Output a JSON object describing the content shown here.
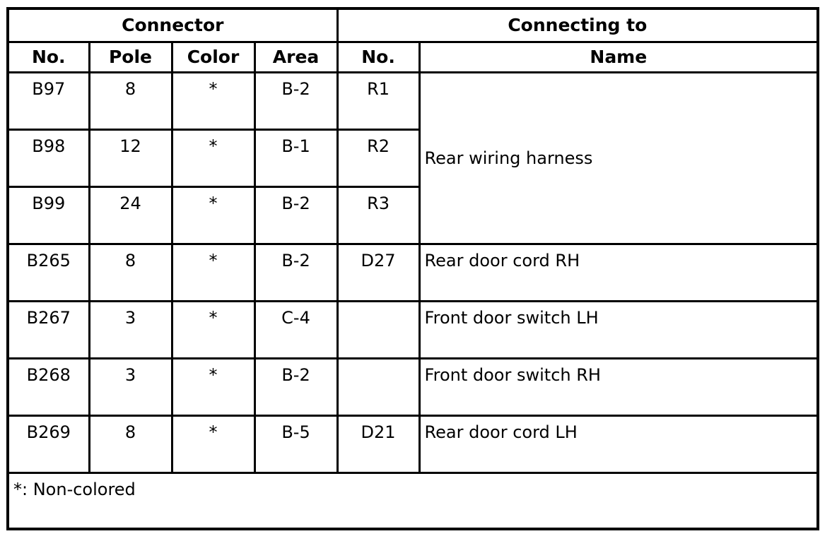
{
  "page": {
    "background_color": "#ffffff",
    "text_color": "#000000",
    "border_color": "#000000"
  },
  "table": {
    "header_groups": [
      {
        "label": "Connector",
        "colspan": 4
      },
      {
        "label": "Connecting to",
        "colspan": 2
      }
    ],
    "column_headers": [
      "No.",
      "Pole",
      "Color",
      "Area",
      "No.",
      "Name"
    ],
    "rows": [
      {
        "no": "B97",
        "pole": "8",
        "color": "*",
        "area": "B-2",
        "to_no": "R1",
        "to_name": "Rear wiring harness"
      },
      {
        "no": "B98",
        "pole": "12",
        "color": "*",
        "area": "B-1",
        "to_no": "R2",
        "to_name": ""
      },
      {
        "no": "B99",
        "pole": "24",
        "color": "*",
        "area": "B-2",
        "to_no": "R3",
        "to_name": ""
      },
      {
        "no": "B265",
        "pole": "8",
        "color": "*",
        "area": "B-2",
        "to_no": "D27",
        "to_name": "Rear door cord RH"
      },
      {
        "no": "B267",
        "pole": "3",
        "color": "*",
        "area": "C-4",
        "to_no": "",
        "to_name": "Front door switch LH"
      },
      {
        "no": "B268",
        "pole": "3",
        "color": "*",
        "area": "B-2",
        "to_no": "",
        "to_name": "Front door switch RH"
      },
      {
        "no": "B269",
        "pole": "8",
        "color": "*",
        "area": "B-5",
        "to_no": "D21",
        "to_name": "Rear door cord LH"
      }
    ],
    "merged_name_rowspan": 3,
    "footnote": "*: Non-colored"
  }
}
